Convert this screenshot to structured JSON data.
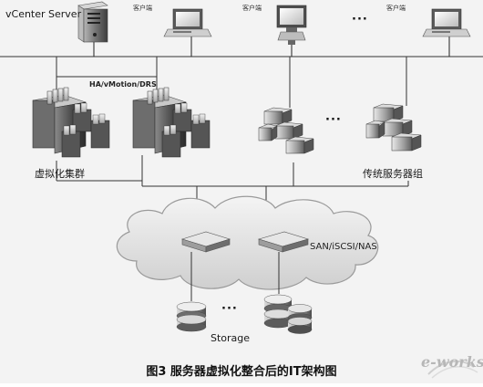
{
  "labels": {
    "vcenter": "vCenter Server",
    "client": "客户端",
    "ha": "HA/vMotion/DRS",
    "cluster": "虚拟化集群",
    "traditional": "传统服务器组",
    "san": "SAN/iSCSI/NAS",
    "storage": "Storage",
    "ellipsis": "···",
    "caption": "图3  服务器虚拟化整合后的IT架构图",
    "logo": "e-works"
  },
  "colors": {
    "background": "#f3f3f3",
    "network_line": "#333333",
    "cloud_fill": "#e2e2e2",
    "cloud_stroke": "#9a9a9a",
    "device_dark": "#4a4a4a",
    "device_light": "#d8d8d8"
  },
  "icons": {
    "vcenter": "tower-server-icon",
    "client": "desktop-computer-icon",
    "virtualization_rack": "server-rack-icon",
    "traditional_server": "stacked-server-icon",
    "storage_switch": "network-switch-icon",
    "disk": "disk-stack-icon"
  }
}
